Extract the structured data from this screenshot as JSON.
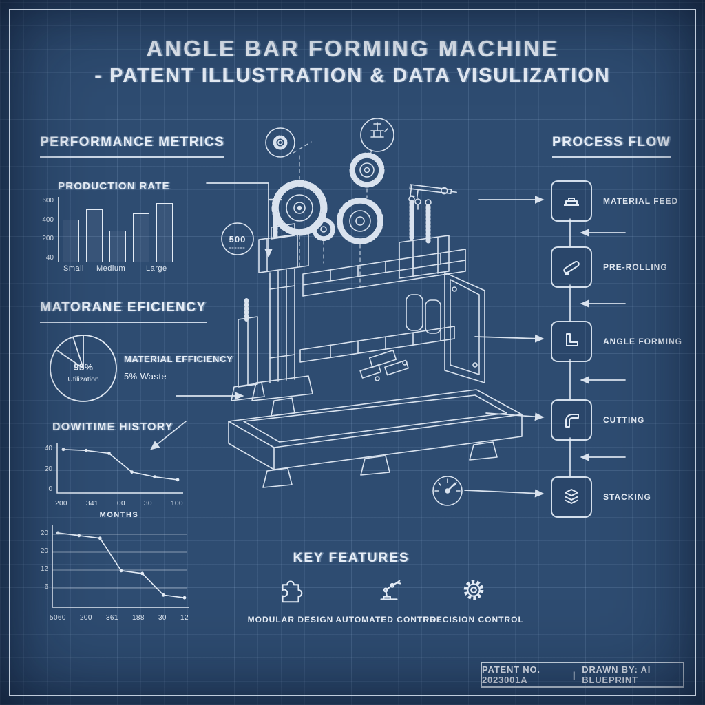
{
  "title": {
    "line1": "ANGLE BAR FORMING MACHINE",
    "line2": "- PATENT ILLUSTRATION & DATA VISULIZATION"
  },
  "sections": {
    "performance_metrics": "PERFORMANCE METRICS",
    "material_efficiency": "MATORANE EFICIENCY",
    "downtime_history": "DOWITIME HISTORY",
    "process_flow": "PROCESS FLOW",
    "key_features": "KEY FEATURES"
  },
  "machine": {
    "stamp": "500"
  },
  "process_flow": {
    "steps": [
      {
        "label": "MATERIAL FEED",
        "icon": "material-feed-icon"
      },
      {
        "label": "PRE-ROLLING",
        "icon": "pre-rolling-icon"
      },
      {
        "label": "ANGLE FORMING",
        "icon": "angle-forming-icon"
      },
      {
        "label": "CUTTING",
        "icon": "cutting-icon"
      },
      {
        "label": "STACKING",
        "icon": "stacking-icon"
      }
    ]
  },
  "key_features": {
    "items": [
      {
        "label": "MODULAR DESIGN",
        "icon": "puzzle-icon"
      },
      {
        "label": "AUTOMATED CONTROL",
        "icon": "robot-arm-icon"
      },
      {
        "label": "PRECISION CONTROL",
        "icon": "gear-icon"
      }
    ]
  },
  "footer": {
    "patent_no": "PATENT NO. 2023001A",
    "divider": "|",
    "drawn_by": "DRAWN BY: AI BLUEPRINT"
  },
  "colors": {
    "background": "#2e4c71",
    "grid": "#3c5c88",
    "line": "#e3ebf5"
  },
  "chart_data": [
    {
      "type": "bar",
      "title": "PRODUCTION RATE",
      "categories": [
        "Small",
        "Medium",
        "Large"
      ],
      "values": [
        400,
        500,
        300,
        460,
        560
      ],
      "yticks": [
        "600",
        "400",
        "200",
        "40"
      ],
      "ylim": [
        0,
        620
      ]
    },
    {
      "type": "pie",
      "title": "MATERIAL EFFICIENCY",
      "slices": [
        {
          "label": "Utilization",
          "value": 95
        },
        {
          "label": "Waste",
          "value": 5
        }
      ],
      "center_value": "95%",
      "center_label": "Utilization",
      "annotation_title": "MATERIAL EFFICIENCY",
      "annotation_sub": "5% Waste"
    },
    {
      "type": "line",
      "title": "DOWITIME HISTORY",
      "values": [
        43,
        42,
        39,
        20,
        15,
        12
      ],
      "yticks": [
        "40",
        "20",
        "0"
      ],
      "x_labels": [
        "200",
        "341",
        "00",
        "30",
        "100"
      ],
      "xlabel": "MONTHS",
      "ylim": [
        0,
        45
      ],
      "grid": false
    },
    {
      "type": "line",
      "title": "",
      "values": [
        27,
        26,
        25,
        13,
        12,
        4,
        3
      ],
      "yticks": [
        "20",
        "20",
        "12",
        "6"
      ],
      "x_labels": [
        "5060",
        "200",
        "361",
        "188",
        "30",
        "12"
      ],
      "ylim": [
        0,
        28
      ],
      "grid": true
    }
  ]
}
